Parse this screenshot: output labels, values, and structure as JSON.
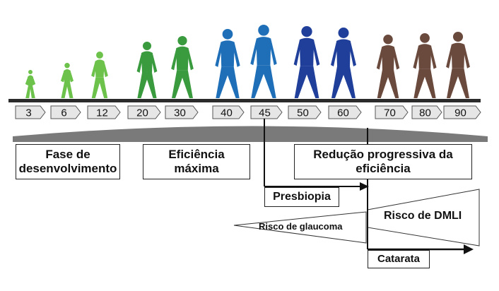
{
  "ages": [
    "3",
    "6",
    "12",
    "20",
    "30",
    "40",
    "45",
    "50",
    "60",
    "70",
    "80",
    "90"
  ],
  "phases": {
    "development": [
      "Fase de",
      "desenvolvimento"
    ],
    "efficiency": [
      "Eficiência",
      "máxima"
    ],
    "reduction": [
      "Redução progressiva da",
      "eficiência"
    ]
  },
  "labels": {
    "presbyopia": "Presbiopia",
    "glaucoma_risk": "Risco de glaucoma",
    "amd_risk": "Risco de DMLI",
    "cataract": "Catarata"
  },
  "colors": {
    "child": "#6cc24a",
    "young": "#3a9a3e",
    "adult": "#1e6fb8",
    "mid": "#1f3f9a",
    "elderly": "#6b4a3e",
    "timeline": "#2b2b2b"
  },
  "figures": [
    {
      "group": "child"
    },
    {
      "group": "child"
    },
    {
      "group": "child"
    },
    {
      "group": "young"
    },
    {
      "group": "young"
    },
    {
      "group": "adult"
    },
    {
      "group": "adult"
    },
    {
      "group": "mid"
    },
    {
      "group": "mid"
    },
    {
      "group": "elderly"
    },
    {
      "group": "elderly"
    },
    {
      "group": "elderly"
    }
  ]
}
